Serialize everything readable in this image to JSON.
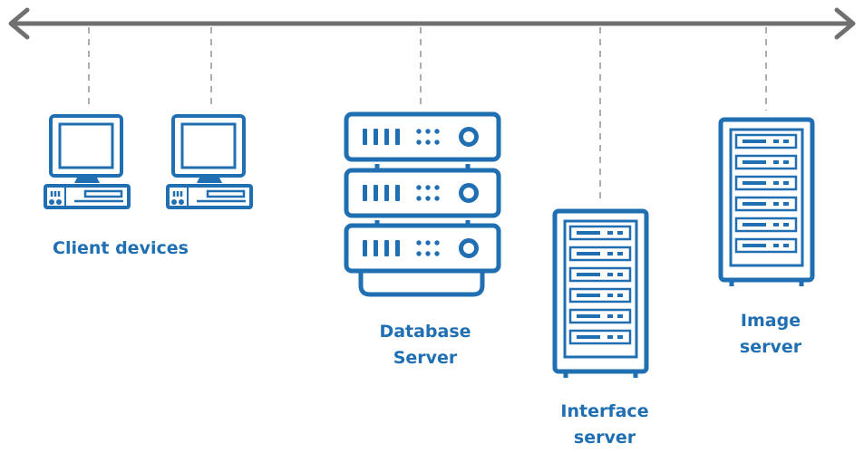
{
  "network": {
    "line_color": "#707070",
    "dash_color": "#9a9a9a",
    "icon_color": "#1f6fb2"
  },
  "nodes": {
    "client_devices": {
      "label": "Client devices",
      "icon": "desktop-computer-icon",
      "count": 2
    },
    "database_server": {
      "label_line1": "Database",
      "label_line2": "Server",
      "icon": "server-stack-icon"
    },
    "interface_server": {
      "label_line1": "Interface",
      "label_line2": "server",
      "icon": "server-rack-icon"
    },
    "image_server": {
      "label_line1": "Image",
      "label_line2": "server",
      "icon": "server-rack-icon"
    }
  }
}
